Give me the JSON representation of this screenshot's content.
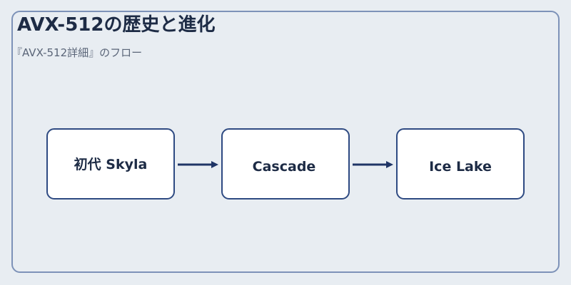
{
  "header": {
    "title": "AVX-512の歴史と進化",
    "subtitle": "『AVX-512詳細』のフロー"
  },
  "flow": {
    "nodes": [
      {
        "label": "初代 Skyla"
      },
      {
        "label": "Cascade"
      },
      {
        "label": "Ice Lake"
      }
    ]
  },
  "colors": {
    "background": "#e8edf2",
    "node_fill": "#ffffff",
    "border": "#2e4a82",
    "arrow": "#1f3566",
    "title": "#1d2b45",
    "subtitle": "#5a6578"
  }
}
